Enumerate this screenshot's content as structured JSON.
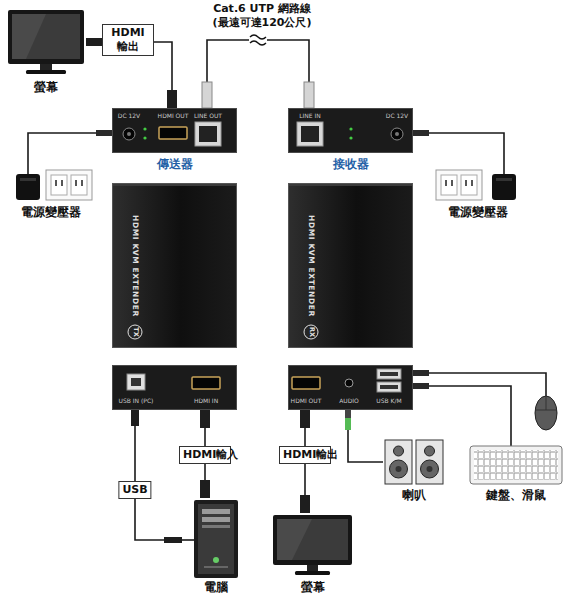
{
  "diagram": {
    "nodes": [
      {
        "text": [
          "螢幕"
        ]
      },
      {
        "text": [
          "傳送器",
          "DC 12V",
          "HDMI OUT",
          "LINE OUT"
        ]
      },
      {
        "text": [
          "接收器",
          "LINE IN",
          "DC 12V"
        ]
      },
      {
        "text": [
          "電源變壓器"
        ]
      },
      {
        "text": [
          "電源變壓器"
        ]
      },
      {
        "text": [
          "HDMI KVM EXTENDER",
          "TX"
        ]
      },
      {
        "text": [
          "HDMI KVM EXTENDER",
          "RX"
        ]
      },
      {
        "text": [
          "USB IN (PC)",
          "HDMI IN"
        ]
      },
      {
        "text": [
          "HDMI OUT",
          "AUDIO",
          "USB K/M"
        ]
      },
      {
        "text": [
          "電腦"
        ]
      },
      {
        "text": [
          "螢幕"
        ]
      },
      {
        "text": [
          "喇叭"
        ]
      },
      {
        "text": [
          "鍵盤、滑鼠"
        ]
      }
    ],
    "edges": [
      {
        "from": 1,
        "to": 0,
        "label": "HDMI 輸出",
        "arrow": "none"
      },
      {
        "from": 1,
        "to": 2,
        "label": "Cat.6 UTP 網路線 (最遠可達120公尺)",
        "arrow": "none"
      },
      {
        "from": 3,
        "to": 1,
        "arrow": "none"
      },
      {
        "from": 4,
        "to": 2,
        "arrow": "none"
      },
      {
        "from": 7,
        "to": 9,
        "label": "USB",
        "arrow": "none"
      },
      {
        "from": 7,
        "to": 9,
        "label": "HDMI輸入",
        "arrow": "none"
      },
      {
        "from": 8,
        "to": 10,
        "label": "HDMI輸出",
        "arrow": "none"
      },
      {
        "from": 8,
        "to": 11,
        "arrow": "none"
      },
      {
        "from": 8,
        "to": 12,
        "arrow": "none"
      },
      {
        "from": 8,
        "to": 12,
        "arrow": "none"
      }
    ]
  }
}
